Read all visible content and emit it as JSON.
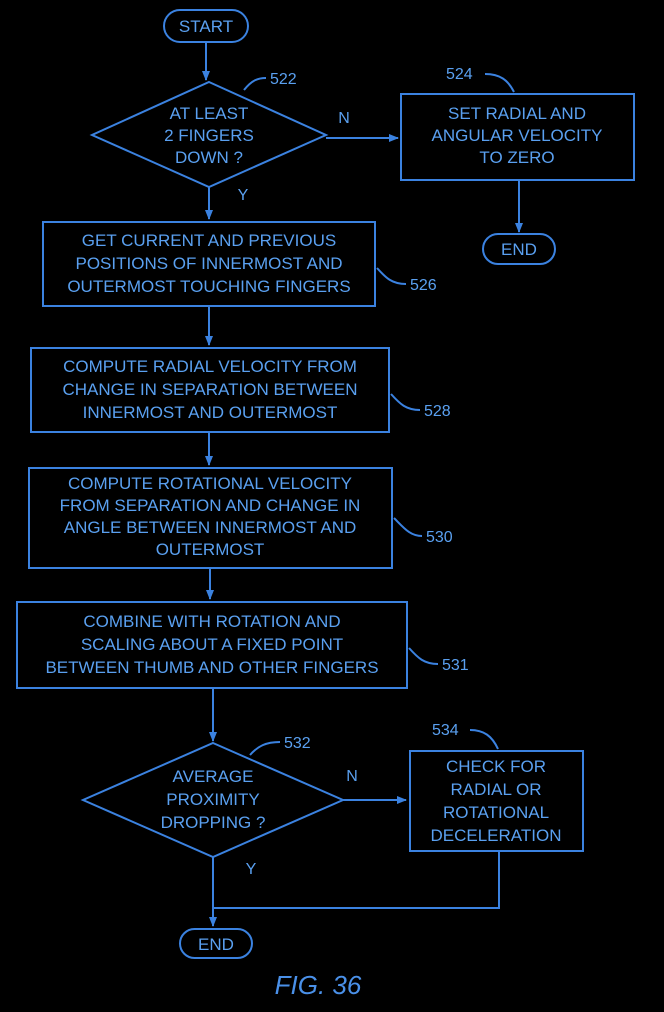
{
  "start": "START",
  "end_right": "END",
  "end_bottom": "END",
  "decision_522": {
    "ref": "522",
    "lines": [
      "AT LEAST",
      "2 FINGERS",
      "DOWN ?"
    ],
    "no_label": "N",
    "yes_label": "Y"
  },
  "box_524": {
    "ref": "524",
    "lines": [
      "SET RADIAL AND",
      "ANGULAR VELOCITY",
      "TO ZERO"
    ]
  },
  "box_526": {
    "ref": "526",
    "lines": [
      "GET CURRENT  AND PREVIOUS",
      "POSITIONS OF INNERMOST AND",
      "OUTERMOST TOUCHING FINGERS"
    ]
  },
  "box_528": {
    "ref": "528",
    "lines": [
      "COMPUTE RADIAL VELOCITY FROM",
      "CHANGE IN SEPARATION BETWEEN",
      "INNERMOST AND OUTERMOST"
    ]
  },
  "box_530": {
    "ref": "530",
    "lines": [
      "COMPUTE ROTATIONAL VELOCITY",
      "FROM SEPARATION AND CHANGE IN",
      "ANGLE BETWEEN INNERMOST AND",
      "OUTERMOST"
    ]
  },
  "box_531": {
    "ref": "531",
    "lines": [
      "COMBINE WITH ROTATION AND",
      "SCALING ABOUT A FIXED POINT",
      "BETWEEN THUMB AND OTHER FINGERS"
    ]
  },
  "decision_532": {
    "ref": "532",
    "lines": [
      "AVERAGE",
      "PROXIMITY",
      "DROPPING ?"
    ],
    "no_label": "N",
    "yes_label": "Y"
  },
  "box_534": {
    "ref": "534",
    "lines": [
      "CHECK FOR",
      "RADIAL OR",
      "ROTATIONAL",
      "DECELERATION"
    ]
  },
  "caption": "FIG. 36",
  "colors": {
    "background": "#000000",
    "stroke": "#3b82e0",
    "text": "#5aa0f0"
  }
}
